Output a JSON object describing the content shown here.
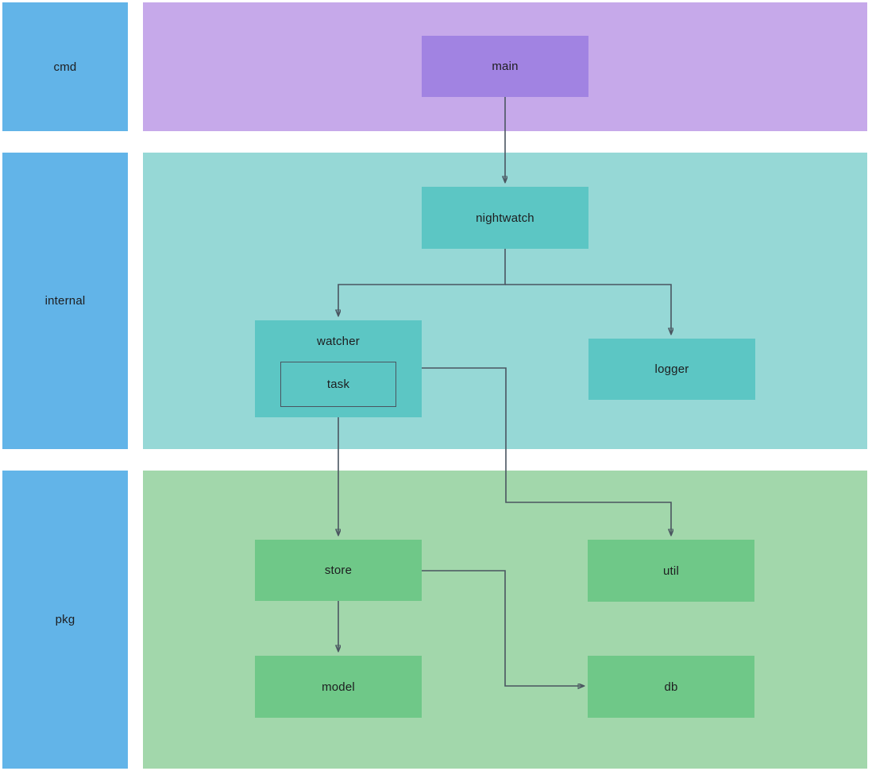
{
  "diagram": {
    "type": "layered-architecture-flowchart",
    "title": "",
    "background": "#ffffff",
    "edge_color": "#4a5560"
  },
  "lanes": [
    {
      "id": "cmd",
      "label": "cmd",
      "label_color": "#62b4e8",
      "panel_color": "#c6a9ea",
      "node_color": "#a183e2"
    },
    {
      "id": "internal",
      "label": "internal",
      "label_color": "#62b4e8",
      "panel_color": "#96d8d6",
      "node_color": "#5cc6c4"
    },
    {
      "id": "pkg",
      "label": "pkg",
      "label_color": "#62b4e8",
      "panel_color": "#a2d7ab",
      "node_color": "#6fc888"
    }
  ],
  "nodes": {
    "main": "main",
    "nightwatch": "nightwatch",
    "watcher": "watcher",
    "task": "task",
    "logger": "logger",
    "store": "store",
    "util": "util",
    "model": "model",
    "db": "db"
  },
  "edges": [
    {
      "from": "main",
      "to": "nightwatch",
      "arrow": true
    },
    {
      "from": "nightwatch",
      "to": "watcher",
      "arrow": true
    },
    {
      "from": "nightwatch",
      "to": "logger",
      "arrow": true
    },
    {
      "from": "watcher",
      "to": "util",
      "arrow": true
    },
    {
      "from": "task",
      "to": "store",
      "arrow": true
    },
    {
      "from": "store",
      "to": "model",
      "arrow": true
    },
    {
      "from": "store",
      "to": "db",
      "arrow": true
    }
  ]
}
